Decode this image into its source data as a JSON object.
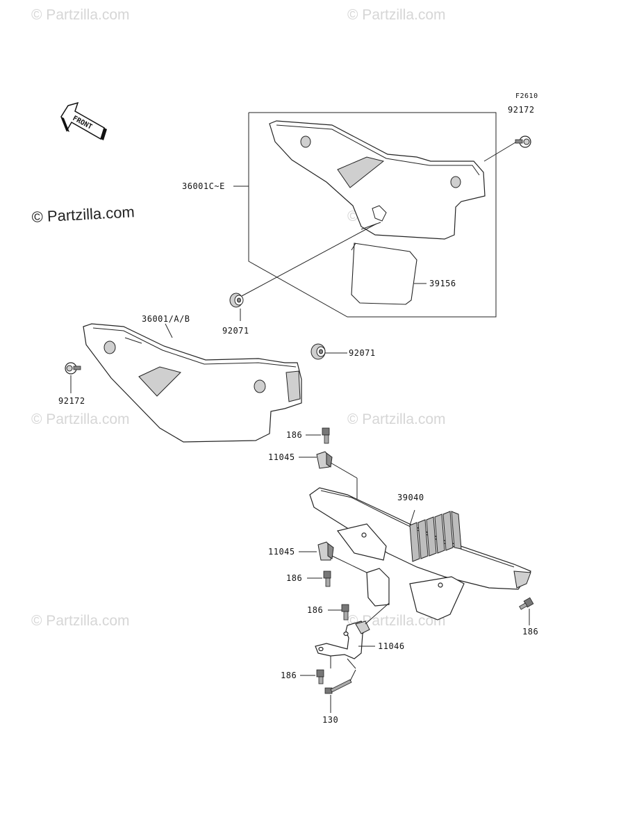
{
  "figure_code": "F2610",
  "front_label": "FRONT",
  "watermarks": {
    "text": "© Partzilla.com",
    "main": "© Partzilla.com"
  },
  "callouts": [
    {
      "id": "92172-top",
      "text": "92172"
    },
    {
      "id": "36001c-e",
      "text": "36001C~E"
    },
    {
      "id": "39156",
      "text": "39156"
    },
    {
      "id": "92071-left",
      "text": "92071"
    },
    {
      "id": "36001-a-b",
      "text": "36001/A/B"
    },
    {
      "id": "92172-left",
      "text": "92172"
    },
    {
      "id": "92071-right",
      "text": "92071"
    },
    {
      "id": "186-a",
      "text": "186"
    },
    {
      "id": "11045-a",
      "text": "11045"
    },
    {
      "id": "39040",
      "text": "39040"
    },
    {
      "id": "11045-b",
      "text": "11045"
    },
    {
      "id": "186-b",
      "text": "186"
    },
    {
      "id": "186-c",
      "text": "186"
    },
    {
      "id": "186-right",
      "text": "186"
    },
    {
      "id": "11046",
      "text": "11046"
    },
    {
      "id": "186-d",
      "text": "186"
    },
    {
      "id": "130",
      "text": "130"
    }
  ]
}
